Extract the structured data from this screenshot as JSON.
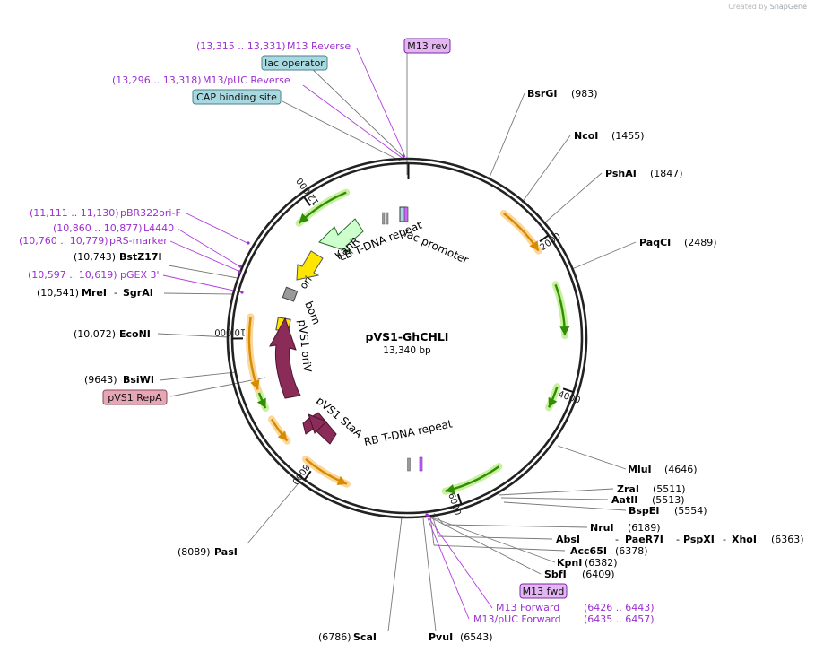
{
  "watermark": {
    "prefix": "Created by",
    "brand": "SnapGene"
  },
  "plasmid": {
    "name": "pVS1-GhCHLI",
    "length_label": "13,340 bp",
    "length": 13340
  },
  "colors": {
    "enzyme": "#000000",
    "primer": "#9b30cf",
    "primer_box": "#e3b5f2",
    "promoter_box": "#a9d9e0",
    "rep_box": "#e7a6b6",
    "terminator": "#cc66ff",
    "cds_dark": "#8b2b57",
    "origin": "#ffe600",
    "kanr": "#ccffcc",
    "green_arrow": "#2f8f00",
    "green_glow": "#c8f0a0",
    "orange_arrow": "#d88a00",
    "orange_glow": "#fbd79a",
    "grey_feature": "#9a9a9a"
  },
  "tick_labels": [
    "2000",
    "4000",
    "6000",
    "8000",
    "10,000",
    "12,000"
  ],
  "enzymes": [
    {
      "name": "BsrGI",
      "pos_label": "(983)"
    },
    {
      "name": "NcoI",
      "pos_label": "(1455)"
    },
    {
      "name": "PshAI",
      "pos_label": "(1847)"
    },
    {
      "name": "PaqCI",
      "pos_label": "(2489)"
    },
    {
      "name": "MluI",
      "pos_label": "(4646)"
    },
    {
      "name": "ZraI",
      "pos_label": "(5511)"
    },
    {
      "name": "AatII",
      "pos_label": "(5513)"
    },
    {
      "name": "BspEI",
      "pos_label": "(5554)"
    },
    {
      "name": "NruI",
      "pos_label": "(6189)"
    },
    {
      "name": "AbsI",
      "name2": "PaeR7I",
      "name3": "PspXI",
      "name4": "XhoI",
      "pos_label": "(6363)"
    },
    {
      "name": "Acc65I",
      "pos_label": "(6378)"
    },
    {
      "name": "KpnI",
      "pos_label": "(6382)"
    },
    {
      "name": "SbfI",
      "pos_label": "(6409)"
    },
    {
      "name": "PvuI",
      "pos_label": "(6543)"
    },
    {
      "name": "ScaI",
      "pos_label": "(6786)"
    },
    {
      "name": "PasI",
      "pos_label": "(8089)"
    },
    {
      "name": "BsiWI",
      "pos_label": "(9643)"
    },
    {
      "name": "EcoNI",
      "pos_label": "(10,072)"
    },
    {
      "name": "MreI",
      "name2": "SgrAI",
      "pos_label": "(10,541)"
    },
    {
      "name": "BstZ17I",
      "pos_label": "(10,743)"
    }
  ],
  "primers": [
    {
      "name": "M13 Reverse",
      "pos_label": "(13,315 .. 13,331)"
    },
    {
      "name": "M13/pUC Reverse",
      "pos_label": "(13,296 .. 13,318)"
    },
    {
      "name": "pBR322ori-F",
      "pos_label": "(11,111 .. 11,130)"
    },
    {
      "name": "L4440",
      "pos_label": "(10,860 .. 10,877)"
    },
    {
      "name": "pRS-marker",
      "pos_label": "(10,760 .. 10,779)"
    },
    {
      "name": "pGEX 3'",
      "pos_label": "(10,597 .. 10,619)"
    },
    {
      "name": "M13 Forward",
      "pos_label": "(6426 .. 6443)"
    },
    {
      "name": "M13/pUC Forward",
      "pos_label": "(6435 .. 6457)"
    }
  ],
  "boxed_labels": {
    "m13_rev": "M13 rev",
    "lac_operator": "lac operator",
    "cap_site": "CAP binding site",
    "m13_fwd": "M13 fwd",
    "pvs1_repa": "pVS1 RepA"
  },
  "feature_labels": {
    "lac_promoter": "lac promoter",
    "lb_repeat": "LB T-DNA repeat",
    "kanr": "KanR",
    "ori": "ori",
    "bom": "bom",
    "pvs1_oriv": "pVS1 oriV",
    "pvs1_staa": "pVS1 StaA",
    "rb_repeat": "RB T-DNA repeat"
  }
}
